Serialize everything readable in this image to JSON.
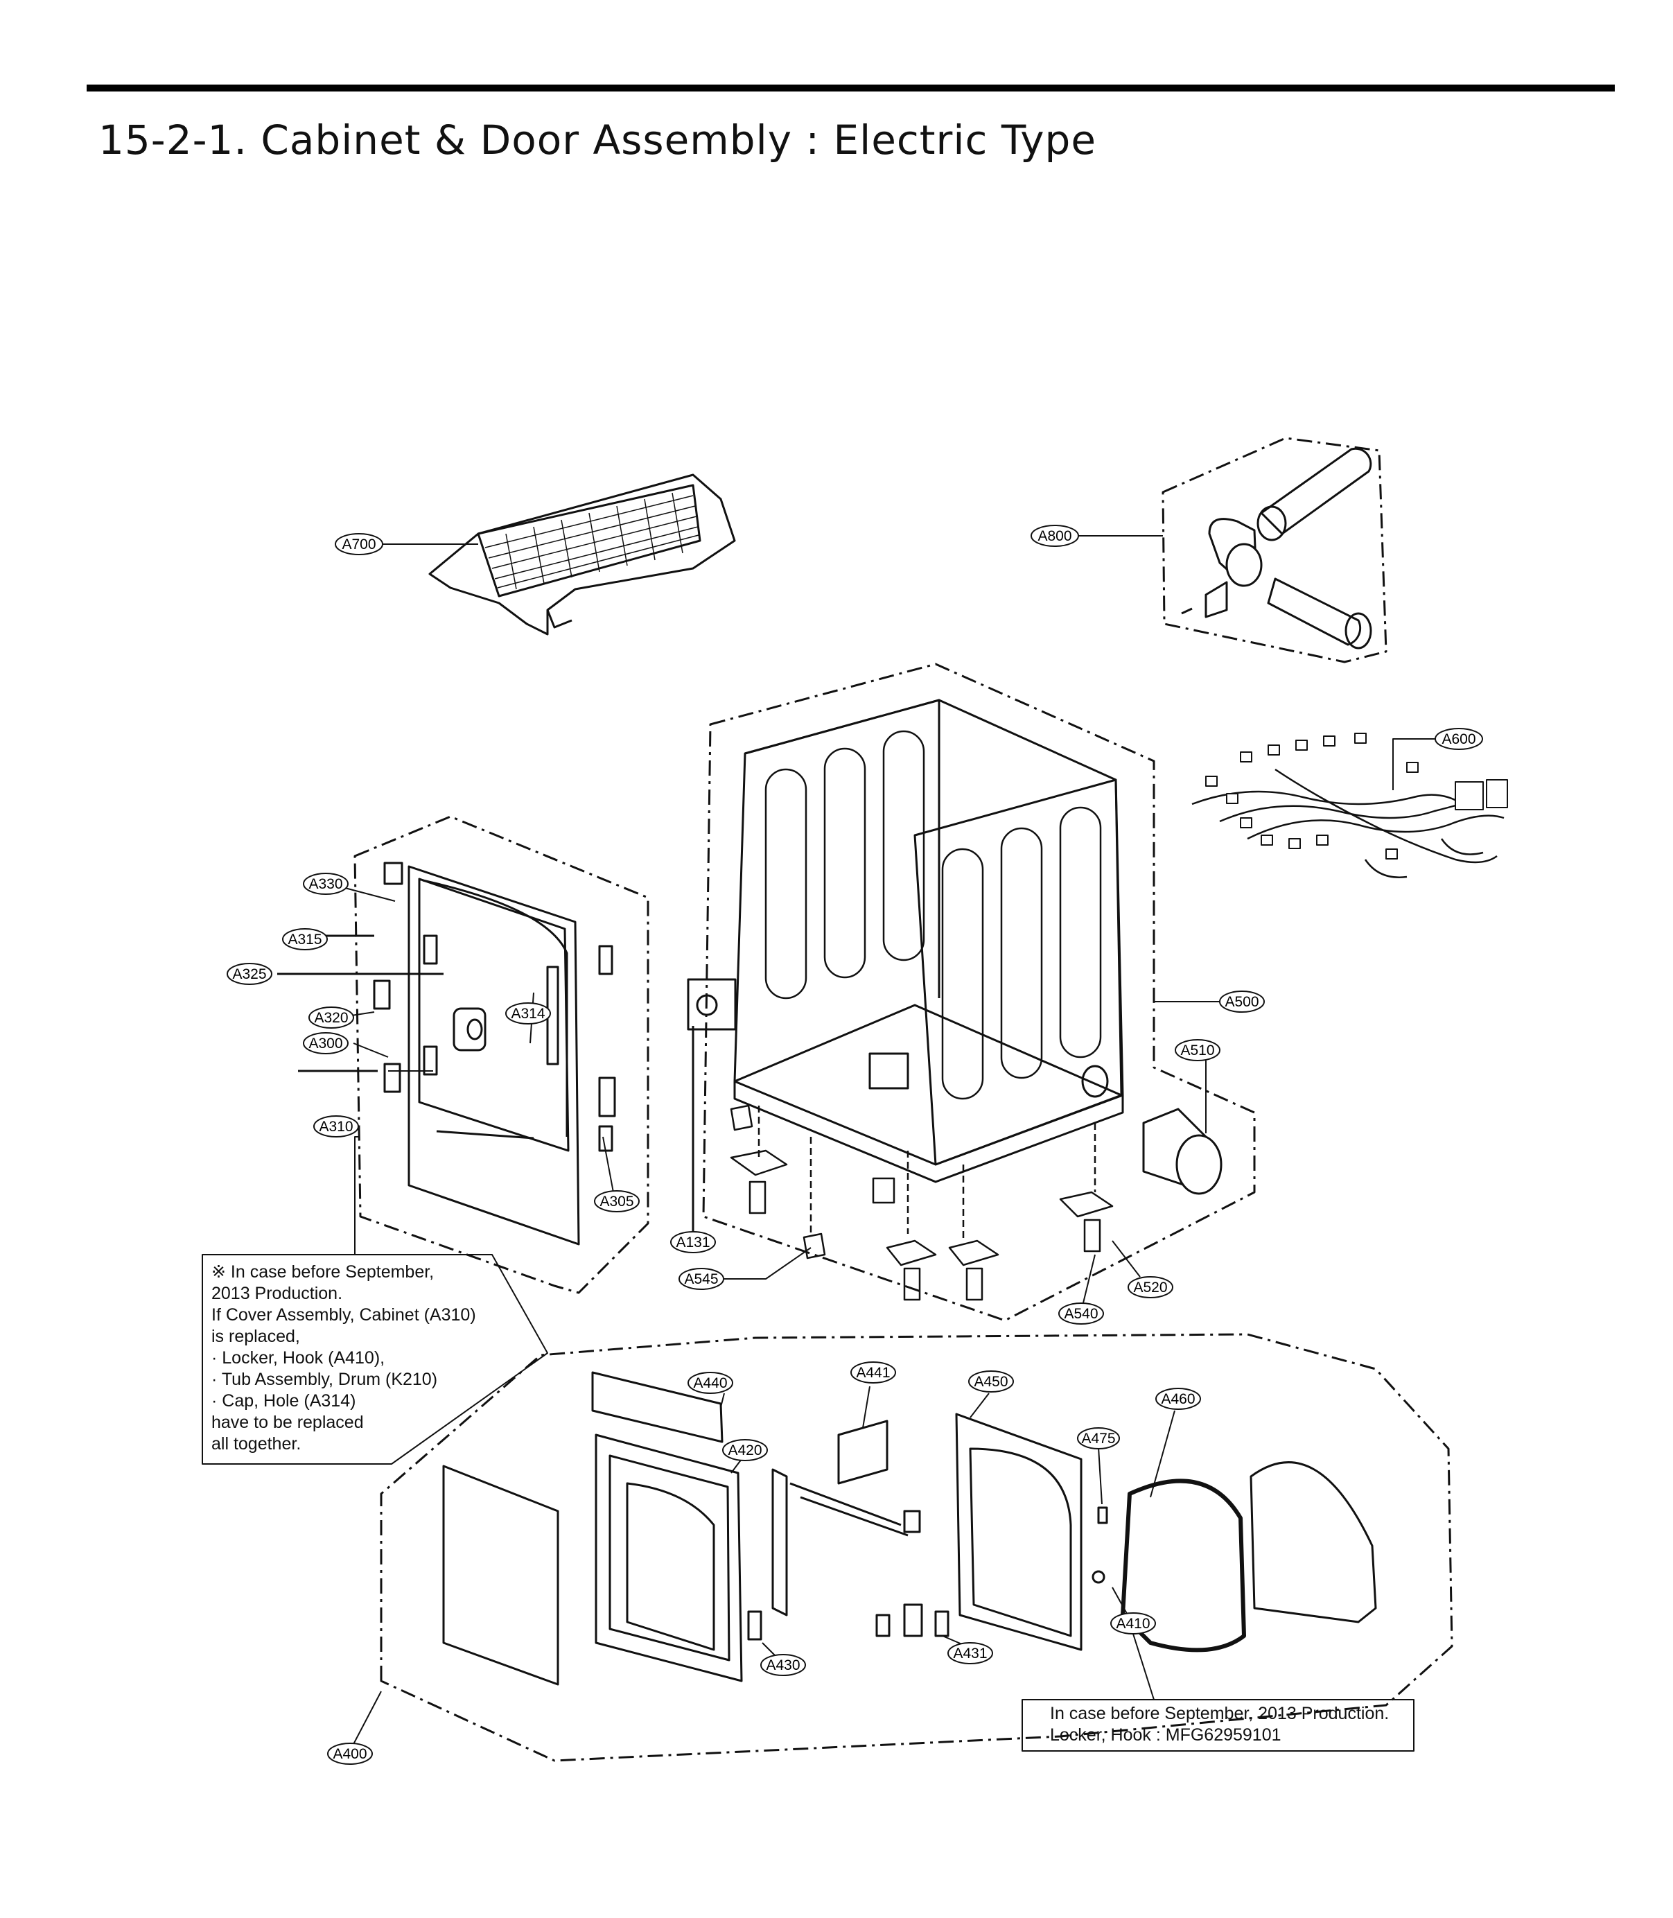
{
  "title": "15-2-1. Cabinet & Door Assembly : Electric Type",
  "callouts": [
    {
      "id": "A700",
      "label": "A700"
    },
    {
      "id": "A800",
      "label": "A800"
    },
    {
      "id": "A600",
      "label": "A600"
    },
    {
      "id": "A330",
      "label": "A330"
    },
    {
      "id": "A315",
      "label": "A315"
    },
    {
      "id": "A325",
      "label": "A325"
    },
    {
      "id": "A320",
      "label": "A320"
    },
    {
      "id": "A314",
      "label": "A314"
    },
    {
      "id": "A300",
      "label": "A300"
    },
    {
      "id": "A310",
      "label": "A310"
    },
    {
      "id": "A305",
      "label": "A305"
    },
    {
      "id": "A131",
      "label": "A131"
    },
    {
      "id": "A545",
      "label": "A545"
    },
    {
      "id": "A500",
      "label": "A500"
    },
    {
      "id": "A510",
      "label": "A510"
    },
    {
      "id": "A520",
      "label": "A520"
    },
    {
      "id": "A540",
      "label": "A540"
    },
    {
      "id": "A440",
      "label": "A440"
    },
    {
      "id": "A441",
      "label": "A441"
    },
    {
      "id": "A450",
      "label": "A450"
    },
    {
      "id": "A460",
      "label": "A460"
    },
    {
      "id": "A475",
      "label": "A475"
    },
    {
      "id": "A420",
      "label": "A420"
    },
    {
      "id": "A410",
      "label": "A410"
    },
    {
      "id": "A430",
      "label": "A430"
    },
    {
      "id": "A431",
      "label": "A431"
    },
    {
      "id": "A400",
      "label": "A400"
    }
  ],
  "note_left": {
    "lines": [
      "※ In case before September,",
      "2013 Production.",
      "If Cover Assembly, Cabinet (A310)",
      "is replaced,",
      " · Locker, Hook (A410),",
      " · Tub Assembly, Drum (K210)",
      " · Cap, Hole (A314)",
      "have to be replaced",
      "all together."
    ]
  },
  "note_right": {
    "lines": [
      "In case before September, 2013 Production.",
      "Locker, Hook : MFG62959101"
    ]
  }
}
